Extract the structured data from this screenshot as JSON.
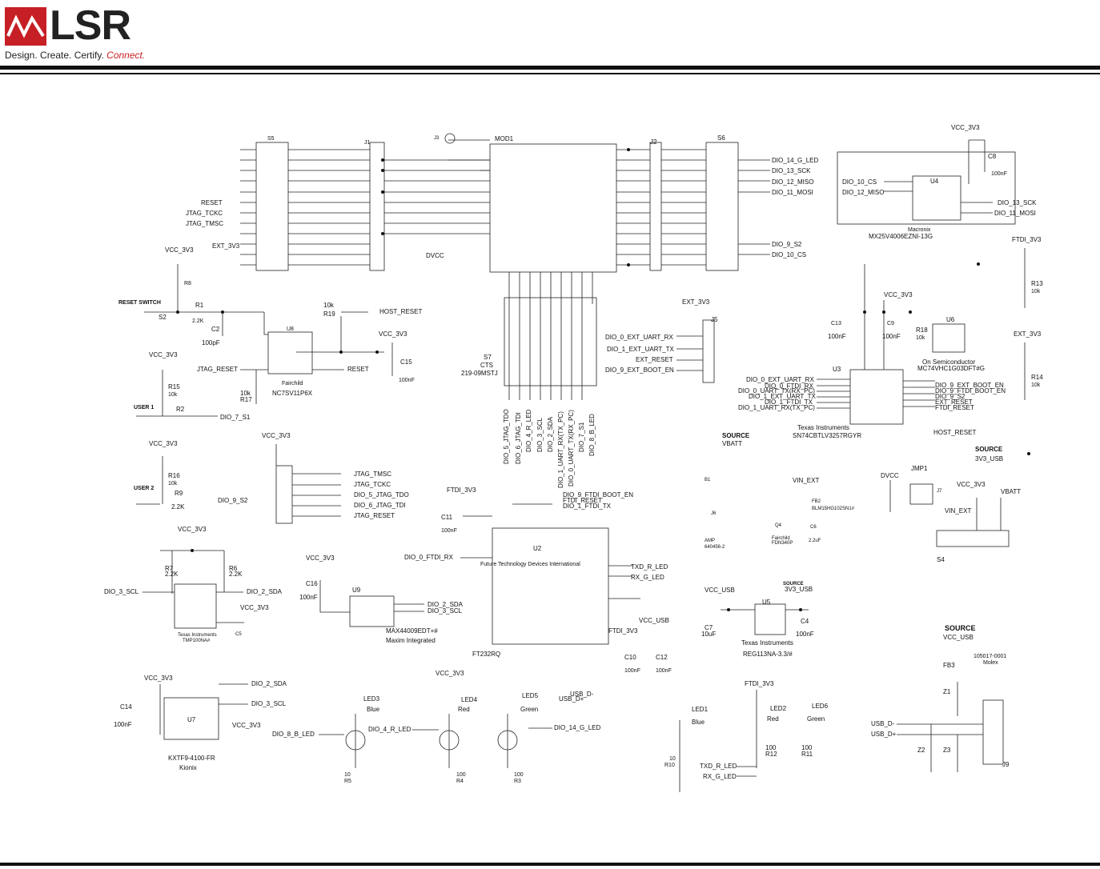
{
  "brand": {
    "name": "LSR",
    "tagline": "Design. Create. Certify.",
    "tagline_accent": "Connect.",
    "red": "#c62026"
  },
  "labels": [
    {
      "id": "S5",
      "t": "S5"
    },
    {
      "id": "J1",
      "t": "J1"
    },
    {
      "id": "J3",
      "t": "J3"
    },
    {
      "id": "MOD1",
      "t": "MOD1"
    },
    {
      "id": "J2",
      "t": "J2"
    },
    {
      "id": "S6",
      "t": "S6"
    },
    {
      "id": "RESET",
      "t": "RESET"
    },
    {
      "id": "JTAG_TCKC",
      "t": "JTAG_TCKC"
    },
    {
      "id": "JTAG_TMSC",
      "t": "JTAG_TMSC"
    },
    {
      "id": "EXT_3V3_a",
      "t": "EXT_3V3"
    },
    {
      "id": "DIO_14_G_LED",
      "t": "DIO_14_G_LED"
    },
    {
      "id": "DIO_13_SCK",
      "t": "DIO_13_SCK"
    },
    {
      "id": "DIO_12_MISO",
      "t": "DIO_12_MISO"
    },
    {
      "id": "DIO_11_MOSI",
      "t": "DIO_11_MOSI"
    },
    {
      "id": "DIO_9_S2",
      "t": "DIO_9_S2"
    },
    {
      "id": "DIO_10_CS",
      "t": "DIO_10_CS"
    },
    {
      "id": "VCC_3V3_top",
      "t": "VCC_3V3"
    },
    {
      "id": "U4",
      "t": "U4"
    },
    {
      "id": "DIO_10_CS_u4",
      "t": "DIO_10_CS"
    },
    {
      "id": "DIO_12_MISO_u4",
      "t": "DIO_12_MISO"
    },
    {
      "id": "DIO_13_SCK_u4",
      "t": "DIO_13_SCK"
    },
    {
      "id": "DIO_11_MOSI_u4",
      "t": "DIO_11_MOSI"
    },
    {
      "id": "Macronix",
      "t": "Macronix"
    },
    {
      "id": "MX25",
      "t": "MX25V4006EZNI-13G"
    },
    {
      "id": "C8",
      "t": "C8"
    },
    {
      "id": "C8v",
      "t": "100nF"
    },
    {
      "id": "VCC_3V3_r8",
      "t": "VCC_3V3"
    },
    {
      "id": "R8",
      "t": "R8"
    },
    {
      "id": "RESET_SWITCH",
      "t": "RESET SWITCH"
    },
    {
      "id": "S2",
      "t": "S2"
    },
    {
      "id": "R1",
      "t": "R1"
    },
    {
      "id": "R1v",
      "t": "2.2K"
    },
    {
      "id": "C2",
      "t": "C2"
    },
    {
      "id": "C2v",
      "t": "100pF"
    },
    {
      "id": "HOST_RESET",
      "t": "HOST_RESET"
    },
    {
      "id": "U8",
      "t": "U8"
    },
    {
      "id": "R19v",
      "t": "10k"
    },
    {
      "id": "R19",
      "t": "R19"
    },
    {
      "id": "VCC_3V3_c15",
      "t": "VCC_3V3"
    },
    {
      "id": "C15",
      "t": "C15"
    },
    {
      "id": "C15v",
      "t": "100nF"
    },
    {
      "id": "JTAG_RESET_u8",
      "t": "JTAG_RESET"
    },
    {
      "id": "RESET_u8",
      "t": "RESET"
    },
    {
      "id": "R17v",
      "t": "10k"
    },
    {
      "id": "R17",
      "t": "R17"
    },
    {
      "id": "Fairchild_u8",
      "t": "Fairchild"
    },
    {
      "id": "NC7SV11P6X",
      "t": "NC7SV11P6X"
    },
    {
      "id": "VCC_3V3_r15",
      "t": "VCC_3V3"
    },
    {
      "id": "R15",
      "t": "R15"
    },
    {
      "id": "R15v",
      "t": "10k"
    },
    {
      "id": "USER1",
      "t": "USER 1"
    },
    {
      "id": "R2",
      "t": "R2"
    },
    {
      "id": "DIO_7_S1",
      "t": "DIO_7_S1"
    },
    {
      "id": "VCC_3V3_r16",
      "t": "VCC_3V3"
    },
    {
      "id": "R16",
      "t": "R16"
    },
    {
      "id": "R16v",
      "t": "10k"
    },
    {
      "id": "USER2",
      "t": "USER 2"
    },
    {
      "id": "R9",
      "t": "R9"
    },
    {
      "id": "R9v",
      "t": "2.2K"
    },
    {
      "id": "DIO_9_S2_b",
      "t": "DIO_9_S2"
    },
    {
      "id": "VCC_3V3_j8",
      "t": "VCC_3V3"
    },
    {
      "id": "JTAG_TMSC_j8",
      "t": "JTAG_TMSC"
    },
    {
      "id": "JTAG_TCKC_j8",
      "t": "JTAG_TCKC"
    },
    {
      "id": "DIO_5_JTAG_TDO_j8",
      "t": "DIO_5_JTAG_TDO"
    },
    {
      "id": "DIO_6_JTAG_TDI_j8",
      "t": "DIO_6_JTAG_TDI"
    },
    {
      "id": "JTAG_RESET_j8",
      "t": "JTAG_RESET"
    },
    {
      "id": "DVCC",
      "t": "DVCC"
    },
    {
      "id": "S7",
      "t": "S7"
    },
    {
      "id": "CTS",
      "t": "CTS"
    },
    {
      "id": "S7p",
      "t": "219-09MSTJ"
    },
    {
      "id": "EXT_3V3_j5",
      "t": "EXT_3V3"
    },
    {
      "id": "J5",
      "t": "J5"
    },
    {
      "id": "DIO_0_EXT_UART_RX",
      "t": "DIO_0_EXT_UART_RX"
    },
    {
      "id": "DIO_1_EXT_UART_TX",
      "t": "DIO_1_EXT_UART_TX"
    },
    {
      "id": "EXT_RESET",
      "t": "EXT_RESET"
    },
    {
      "id": "DIO_9_EXT_BOOT_EN",
      "t": "DIO_9_EXT_BOOT_EN"
    },
    {
      "id": "V_DIO_5",
      "t": "DIO_5_JTAG_TDO"
    },
    {
      "id": "V_DIO_6",
      "t": "DIO_6_JTAG_TDI"
    },
    {
      "id": "V_DIO_4",
      "t": "DIO_4_R_LED"
    },
    {
      "id": "V_DIO_3",
      "t": "DIO_3_SCL"
    },
    {
      "id": "V_DIO_2",
      "t": "DIO_2_SDA"
    },
    {
      "id": "V_DIO_1",
      "t": "DIO_1_UART_RX(TX_PC)"
    },
    {
      "id": "V_DIO_0",
      "t": "DIO_0_UART_TX(RX_PC)"
    },
    {
      "id": "V_DIO_7",
      "t": "DIO_7_S1"
    },
    {
      "id": "V_DIO_8",
      "t": "DIO_8_B_LED"
    },
    {
      "id": "VCC_3V3_u3",
      "t": "VCC_3V3"
    },
    {
      "id": "C13",
      "t": "C13"
    },
    {
      "id": "C13v",
      "t": "100nF"
    },
    {
      "id": "C9",
      "t": "C9"
    },
    {
      "id": "C9v",
      "t": "100nF"
    },
    {
      "id": "R18",
      "t": "R18"
    },
    {
      "id": "R18v",
      "t": "10k"
    },
    {
      "id": "U6",
      "t": "U6"
    },
    {
      "id": "OnSemi",
      "t": "On Semiconductor"
    },
    {
      "id": "MC74",
      "t": "MC74VHC1G03DFT#G"
    },
    {
      "id": "U3",
      "t": "U3"
    },
    {
      "id": "U3L1",
      "t": "DIO_0_EXT_UART_RX"
    },
    {
      "id": "U3L2",
      "t": "DIO_0_FTDI_RX"
    },
    {
      "id": "U3L3",
      "t": "DIO_0_UART_TX(RX_PC)"
    },
    {
      "id": "U3L4",
      "t": "DIO_1_EXT_UART_TX"
    },
    {
      "id": "U3L5",
      "t": "DIO_1_FTDI_TX"
    },
    {
      "id": "U3L6",
      "t": "DIO_1_UART_RX(TX_PC)"
    },
    {
      "id": "U3R1",
      "t": "DIO_9_EXT_BOOT_EN"
    },
    {
      "id": "U3R2",
      "t": "DIO_9_FTDI_BOOT_EN"
    },
    {
      "id": "U3R3",
      "t": "DIO_9_S2"
    },
    {
      "id": "U3R4",
      "t": "EXT_RESET"
    },
    {
      "id": "U3R5",
      "t": "FTDI_RESET"
    },
    {
      "id": "TI_u3",
      "t": "Texas Instruments"
    },
    {
      "id": "SN74",
      "t": "SN74CBTLV3257RGYR"
    },
    {
      "id": "HOST_RESET_u3",
      "t": "HOST_RESET"
    },
    {
      "id": "FTDI_3V3_r13",
      "t": "FTDI_3V3"
    },
    {
      "id": "R13",
      "t": "R13"
    },
    {
      "id": "R13v",
      "t": "10k"
    },
    {
      "id": "EXT_3V3_r14",
      "t": "EXT_3V3"
    },
    {
      "id": "R14",
      "t": "R14"
    },
    {
      "id": "R14v",
      "t": "10k"
    },
    {
      "id": "SOURCE_vbatt",
      "t": "SOURCE"
    },
    {
      "id": "VBATT",
      "t": "VBATT"
    },
    {
      "id": "B1",
      "t": "B1"
    },
    {
      "id": "SOURCE_3v3usb",
      "t": "SOURCE"
    },
    {
      "id": "3V3_USB",
      "t": "3V3_USB"
    },
    {
      "id": "VIN_EXT",
      "t": "VIN_EXT"
    },
    {
      "id": "FB2",
      "t": "FB2"
    },
    {
      "id": "BLM",
      "t": "BLM15HG102SN1#"
    },
    {
      "id": "J6",
      "t": "J6"
    },
    {
      "id": "AMP",
      "t": "AMP"
    },
    {
      "id": "640456",
      "t": "640456-2"
    },
    {
      "id": "Q4",
      "t": "Q4"
    },
    {
      "id": "Fairchild_q4",
      "t": "Fairchild"
    },
    {
      "id": "FDN340P_q4",
      "t": "FDN340P"
    },
    {
      "id": "C6",
      "t": "C6"
    },
    {
      "id": "C6v",
      "t": "2.2uF"
    },
    {
      "id": "DVCC_j7",
      "t": "DVCC"
    },
    {
      "id": "JMP1",
      "t": "JMP1"
    },
    {
      "id": "J7",
      "t": "J7"
    },
    {
      "id": "VCC_3V3_s4",
      "t": "VCC_3V3"
    },
    {
      "id": "VIN_EXT_s4",
      "t": "VIN_EXT"
    },
    {
      "id": "VBATT_s4",
      "t": "VBATT"
    },
    {
      "id": "S4",
      "t": "S4"
    },
    {
      "id": "FTDI_3V3_c11",
      "t": "FTDI_3V3"
    },
    {
      "id": "C11",
      "t": "C11"
    },
    {
      "id": "C11v",
      "t": "100nF"
    },
    {
      "id": "U2",
      "t": "U2"
    },
    {
      "id": "DIO_0_FTDI_RX",
      "t": "DIO_0_FTDI_RX"
    },
    {
      "id": "DIO_9_FTDI_BOOT_EN",
      "t": "DIO_9_FTDI_BOOT_EN"
    },
    {
      "id": "FTDI_RESET",
      "t": "FTDI_RESET"
    },
    {
      "id": "DIO_1_FTDI_TX",
      "t": "DIO_1_FTDI_TX"
    },
    {
      "id": "FTDI_vendor",
      "t": "Future Technology Devices International"
    },
    {
      "id": "FT232RQ",
      "t": "FT232RQ"
    },
    {
      "id": "TXD_R_LED",
      "t": "TXD_R_LED"
    },
    {
      "id": "RX_G_LED",
      "t": "RX_G_LED"
    },
    {
      "id": "VCC_USB_u2",
      "t": "VCC_USB"
    },
    {
      "id": "FTDI_3V3_c10",
      "t": "FTDI_3V3"
    },
    {
      "id": "C10",
      "t": "C10"
    },
    {
      "id": "C10v",
      "t": "100nF"
    },
    {
      "id": "C12",
      "t": "C12"
    },
    {
      "id": "C12v",
      "t": "100nF"
    },
    {
      "id": "USB_Dp",
      "t": "USB_D+"
    },
    {
      "id": "USB_Dm",
      "t": "USB_D-"
    },
    {
      "id": "VCC_3V3_u9",
      "t": "VCC_3V3"
    },
    {
      "id": "C16",
      "t": "C16"
    },
    {
      "id": "C16v",
      "t": "100nF"
    },
    {
      "id": "U9",
      "t": "U9"
    },
    {
      "id": "DIO_2_SDA_u9",
      "t": "DIO_2_SDA"
    },
    {
      "id": "DIO_3_SCL_u9",
      "t": "DIO_3_SCL"
    },
    {
      "id": "MAX44009",
      "t": "MAX44009EDT+#"
    },
    {
      "id": "Maxim",
      "t": "Maxim Integrated"
    },
    {
      "id": "VCC_3V3_u1",
      "t": "VCC_3V3"
    },
    {
      "id": "R7",
      "t": "R7"
    },
    {
      "id": "R7v",
      "t": "2.2K"
    },
    {
      "id": "R6",
      "t": "R6"
    },
    {
      "id": "R6v",
      "t": "2.2K"
    },
    {
      "id": "DIO_3_SCL_u1",
      "t": "DIO_3_SCL"
    },
    {
      "id": "DIO_2_SDA_u1",
      "t": "DIO_2_SDA"
    },
    {
      "id": "VCC_3V3_u1b",
      "t": "VCC_3V3"
    },
    {
      "id": "TI_u1",
      "t": "Texas Instruments"
    },
    {
      "id": "TMP",
      "t": "TMP100NA#"
    },
    {
      "id": "C5",
      "t": "C5"
    },
    {
      "id": "VCC_3V3_u7",
      "t": "VCC_3V3"
    },
    {
      "id": "C14",
      "t": "C14"
    },
    {
      "id": "C14v",
      "t": "100nF"
    },
    {
      "id": "U7",
      "t": "U7"
    },
    {
      "id": "DIO_2_SDA_u7",
      "t": "DIO_2_SDA"
    },
    {
      "id": "DIO_3_SCL_u7",
      "t": "DIO_3_SCL"
    },
    {
      "id": "VCC_3V3_u7b",
      "t": "VCC_3V3"
    },
    {
      "id": "KXTF9",
      "t": "KXTF9-4100-FR"
    },
    {
      "id": "Kionix",
      "t": "Kionix"
    },
    {
      "id": "LED3",
      "t": "LED3"
    },
    {
      "id": "Blue3",
      "t": "Blue"
    },
    {
      "id": "DIO_8_B_LED_q1",
      "t": "DIO_8_B_LED"
    },
    {
      "id": "R5v",
      "t": "10"
    },
    {
      "id": "R5",
      "t": "R5"
    },
    {
      "id": "VCC_3V3_led",
      "t": "VCC_3V3"
    },
    {
      "id": "LED4",
      "t": "LED4"
    },
    {
      "id": "Red4",
      "t": "Red"
    },
    {
      "id": "DIO_4_R_LED_q2",
      "t": "DIO_4_R_LED"
    },
    {
      "id": "R4v",
      "t": "100"
    },
    {
      "id": "R4",
      "t": "R4"
    },
    {
      "id": "LED5",
      "t": "LED5"
    },
    {
      "id": "Green5",
      "t": "Green"
    },
    {
      "id": "DIO_14_G_LED_q3",
      "t": "DIO_14_G_LED"
    },
    {
      "id": "R3v",
      "t": "100"
    },
    {
      "id": "R3",
      "t": "R3"
    },
    {
      "id": "VCC_USB_u5",
      "t": "VCC_USB"
    },
    {
      "id": "SOURCE_u5",
      "t": "SOURCE"
    },
    {
      "id": "3V3_USB_u5",
      "t": "3V3_USB"
    },
    {
      "id": "U5",
      "t": "U5"
    },
    {
      "id": "C7",
      "t": "C7"
    },
    {
      "id": "C7v",
      "t": "10uF"
    },
    {
      "id": "C4",
      "t": "C4"
    },
    {
      "id": "C4v",
      "t": "100nF"
    },
    {
      "id": "TI_u5",
      "t": "Texas Instruments"
    },
    {
      "id": "REG113",
      "t": "REG113NA-3.3/#"
    },
    {
      "id": "LED1",
      "t": "LED1"
    },
    {
      "id": "Blue1",
      "t": "Blue"
    },
    {
      "id": "R10v",
      "t": "10"
    },
    {
      "id": "R10",
      "t": "R10"
    },
    {
      "id": "FTDI_3V3_led",
      "t": "FTDI_3V3"
    },
    {
      "id": "LED2",
      "t": "LED2"
    },
    {
      "id": "Red2",
      "t": "Red"
    },
    {
      "id": "LED6",
      "t": "LED6"
    },
    {
      "id": "Green6",
      "t": "Green"
    },
    {
      "id": "R12v",
      "t": "100"
    },
    {
      "id": "R12",
      "t": "R12"
    },
    {
      "id": "R11v",
      "t": "100"
    },
    {
      "id": "R11",
      "t": "R11"
    },
    {
      "id": "TXD_R_LED_b",
      "t": "TXD_R_LED"
    },
    {
      "id": "RX_G_LED_b",
      "t": "RX_G_LED"
    },
    {
      "id": "SOURCE_vccusb",
      "t": "SOURCE"
    },
    {
      "id": "VCC_USB_j9",
      "t": "VCC_USB"
    },
    {
      "id": "105017",
      "t": "105017-0001"
    },
    {
      "id": "Molex",
      "t": "Molex"
    },
    {
      "id": "FB3",
      "t": "FB3"
    },
    {
      "id": "Z1",
      "t": "Z1"
    },
    {
      "id": "USB_Dm_j9",
      "t": "USB_D-"
    },
    {
      "id": "USB_Dp_j9",
      "t": "USB_D+"
    },
    {
      "id": "Z2",
      "t": "Z2"
    },
    {
      "id": "Z3",
      "t": "Z3"
    },
    {
      "id": "J9",
      "t": "J9"
    }
  ]
}
